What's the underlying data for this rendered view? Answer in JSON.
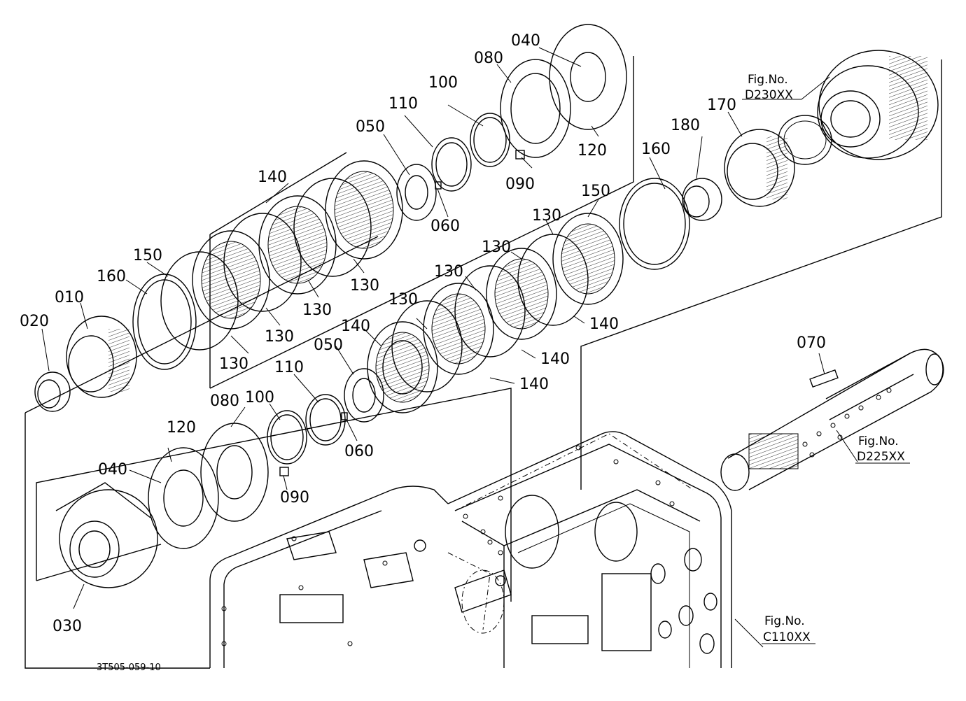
{
  "figure_code": "3T505-059-10",
  "labels": {
    "p040_top": "040",
    "p080_top": "080",
    "p100_top": "100",
    "p110_top": "110",
    "p050_top": "050",
    "p120_top": "120",
    "p090_top": "090",
    "p060_top": "060",
    "p140_top": "140",
    "p150_left": "150",
    "p160_left": "160",
    "p010": "010",
    "p020": "020",
    "p130_a": "130",
    "p130_b": "130",
    "p130_c": "130",
    "p130_d": "130",
    "p160_right": "160",
    "p180": "180",
    "p170": "170",
    "p150_right": "150",
    "p130_r1": "130",
    "p130_r2": "130",
    "p130_r3": "130",
    "p130_r4": "130",
    "p140_r1": "140",
    "p140_r2": "140",
    "p140_r3": "140",
    "p140_r4": "140",
    "p050_bot": "050",
    "p110_bot": "110",
    "p100_bot": "100",
    "p080_bot": "080",
    "p120_bot": "120",
    "p040_bot": "040",
    "p090_bot": "090",
    "p060_bot": "060",
    "p030": "030",
    "p070": "070"
  },
  "fig_refs": {
    "d230": {
      "title": "Fig.No.",
      "code": "D230XX"
    },
    "d225": {
      "title": "Fig.No.",
      "code": "D225XX"
    },
    "c110": {
      "title": "Fig.No.",
      "code": "C110XX"
    }
  }
}
